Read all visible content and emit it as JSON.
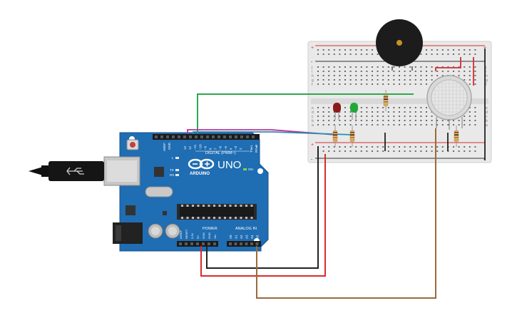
{
  "arduino": {
    "model": "UNO",
    "brand": "ARDUINO",
    "digital_label": "DIGITAL (PWM~)",
    "power_label": "POWER",
    "analog_label": "ANALOG IN",
    "on_label": "ON",
    "l_label": "L",
    "tx_label": "TX",
    "rx_label": "RX",
    "aref_label": "AREF",
    "gnd_label": "GND",
    "txrx_labels": [
      "TX▸1",
      "RX◂0"
    ],
    "digital_pins": [
      "13",
      "12",
      "~11",
      "~10",
      "~9",
      "8",
      "7",
      "~6",
      "~5",
      "4",
      "~3",
      "2"
    ],
    "power_pins": [
      "IOREF",
      "RESET",
      "3.3V",
      "5V",
      "GND",
      "GND",
      "Vin"
    ],
    "analog_pins": [
      "A0",
      "A1",
      "A2",
      "A3",
      "A4",
      "A5"
    ]
  },
  "breadboard": {
    "plus_sign": "+",
    "minus_sign": "-",
    "row_letters_top": [
      "j",
      "i",
      "h",
      "g",
      "f"
    ],
    "row_letters_bottom": [
      "e",
      "d",
      "c",
      "b",
      "a"
    ]
  },
  "colors": {
    "board": "#1f6db3",
    "breadboard": "#e7e7e7",
    "wire_green": "#2fa84f",
    "wire_magenta": "#c2309a",
    "wire_teal": "#2a8fae",
    "wire_red": "#d62c2c",
    "wire_black": "#222222",
    "wire_brown": "#9a6a3c",
    "led_red": "#8a1a1a",
    "led_green": "#22a83a"
  }
}
